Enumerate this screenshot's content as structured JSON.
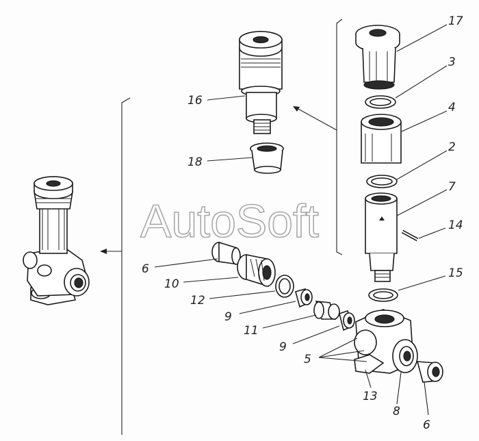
{
  "watermark": "AutoSoft",
  "callouts": {
    "c17": "17",
    "c3": "3",
    "c4": "4",
    "c2": "2",
    "c7": "7",
    "c14": "14",
    "c15": "15",
    "c16": "16",
    "c18": "18",
    "c6a": "6",
    "c10": "10",
    "c12": "12",
    "c9a": "9",
    "c11": "11",
    "c9b": "9",
    "c5": "5",
    "c13": "13",
    "c8": "8",
    "c6b": "6"
  }
}
